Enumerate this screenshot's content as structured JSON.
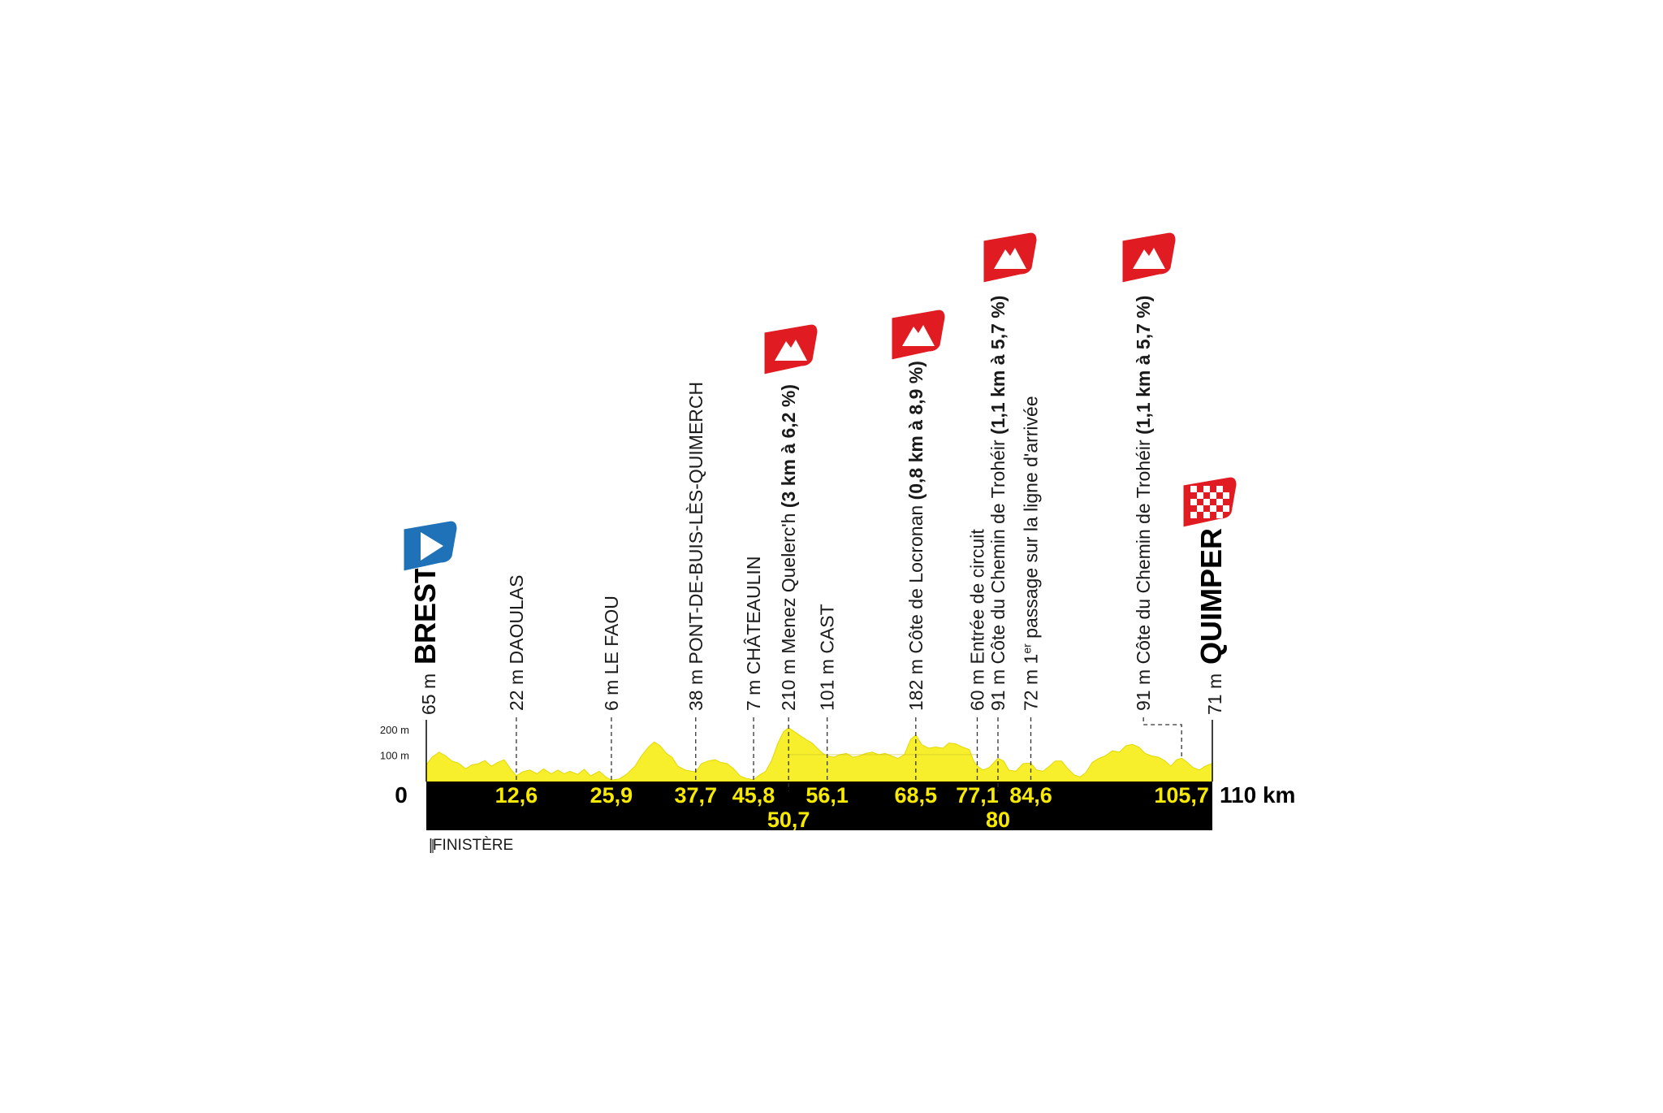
{
  "chart_data": {
    "type": "area",
    "xlim": [
      0,
      110
    ],
    "x_unit": "km",
    "ylim": [
      0,
      250
    ],
    "y_ticks": [
      "100 m",
      "200 m"
    ],
    "y_tick_values": [
      100,
      200
    ],
    "axis_start_label": "0",
    "axis_end_label": "110 km",
    "region_label": "|FINISTÈRE",
    "profile": [
      [
        0,
        65
      ],
      [
        0.8,
        95
      ],
      [
        1.8,
        115
      ],
      [
        2.7,
        100
      ],
      [
        3.6,
        80
      ],
      [
        4.5,
        72
      ],
      [
        5.5,
        50
      ],
      [
        6.4,
        65
      ],
      [
        7.3,
        70
      ],
      [
        8.2,
        82
      ],
      [
        9.1,
        60
      ],
      [
        10,
        75
      ],
      [
        10.9,
        85
      ],
      [
        11.8,
        50
      ],
      [
        12.6,
        22
      ],
      [
        13.5,
        38
      ],
      [
        14.5,
        45
      ],
      [
        15.5,
        30
      ],
      [
        16.4,
        50
      ],
      [
        17.5,
        30
      ],
      [
        18.4,
        45
      ],
      [
        19.3,
        30
      ],
      [
        20.1,
        40
      ],
      [
        21.2,
        28
      ],
      [
        22.1,
        48
      ],
      [
        23,
        22
      ],
      [
        24.2,
        40
      ],
      [
        25.1,
        18
      ],
      [
        25.9,
        6
      ],
      [
        27,
        10
      ],
      [
        28.1,
        30
      ],
      [
        29.2,
        60
      ],
      [
        30.1,
        100
      ],
      [
        31.1,
        135
      ],
      [
        31.9,
        155
      ],
      [
        32.7,
        140
      ],
      [
        33.6,
        110
      ],
      [
        34.4,
        95
      ],
      [
        35.2,
        60
      ],
      [
        36.2,
        45
      ],
      [
        37.1,
        40
      ],
      [
        37.7,
        38
      ],
      [
        38.5,
        70
      ],
      [
        39.4,
        80
      ],
      [
        40.4,
        85
      ],
      [
        41.2,
        75
      ],
      [
        42.1,
        70
      ],
      [
        43,
        50
      ],
      [
        43.9,
        22
      ],
      [
        44.8,
        12
      ],
      [
        45.8,
        7
      ],
      [
        46.6,
        25
      ],
      [
        47.5,
        40
      ],
      [
        48.3,
        80
      ],
      [
        49.2,
        150
      ],
      [
        50,
        195
      ],
      [
        50.7,
        210
      ],
      [
        51.5,
        195
      ],
      [
        52.3,
        180
      ],
      [
        53.1,
        165
      ],
      [
        54,
        150
      ],
      [
        54.9,
        125
      ],
      [
        55.5,
        110
      ],
      [
        56.1,
        101
      ],
      [
        57,
        95
      ],
      [
        57.9,
        105
      ],
      [
        58.8,
        110
      ],
      [
        59.7,
        95
      ],
      [
        60.6,
        100
      ],
      [
        61.5,
        110
      ],
      [
        62.4,
        115
      ],
      [
        63.3,
        105
      ],
      [
        64.2,
        110
      ],
      [
        65.1,
        100
      ],
      [
        66,
        90
      ],
      [
        66.9,
        105
      ],
      [
        67.8,
        165
      ],
      [
        68.5,
        182
      ],
      [
        69.3,
        145
      ],
      [
        70.3,
        130
      ],
      [
        71.3,
        135
      ],
      [
        72.3,
        130
      ],
      [
        73.1,
        150
      ],
      [
        74,
        148
      ],
      [
        75,
        135
      ],
      [
        76,
        125
      ],
      [
        76.6,
        80
      ],
      [
        77.1,
        60
      ],
      [
        77.9,
        45
      ],
      [
        78.8,
        55
      ],
      [
        79.6,
        80
      ],
      [
        80,
        91
      ],
      [
        80.8,
        80
      ],
      [
        81.5,
        45
      ],
      [
        82.5,
        40
      ],
      [
        83.5,
        70
      ],
      [
        84.6,
        72
      ],
      [
        85.4,
        45
      ],
      [
        86.3,
        40
      ],
      [
        87.2,
        60
      ],
      [
        88,
        80
      ],
      [
        88.9,
        80
      ],
      [
        89.8,
        50
      ],
      [
        90.7,
        25
      ],
      [
        91.5,
        18
      ],
      [
        92.3,
        35
      ],
      [
        93.2,
        75
      ],
      [
        94.1,
        90
      ],
      [
        95,
        100
      ],
      [
        96,
        120
      ],
      [
        97,
        115
      ],
      [
        97.9,
        140
      ],
      [
        98.8,
        145
      ],
      [
        99.7,
        135
      ],
      [
        100.6,
        110
      ],
      [
        101.5,
        100
      ],
      [
        102.5,
        95
      ],
      [
        103.4,
        80
      ],
      [
        104.2,
        60
      ],
      [
        105,
        85
      ],
      [
        105.7,
        91
      ],
      [
        106.5,
        75
      ],
      [
        107.3,
        55
      ],
      [
        108.2,
        45
      ],
      [
        109,
        60
      ],
      [
        110,
        71
      ]
    ],
    "km_labels": [
      "12,6",
      "25,9",
      "37,7",
      "45,8",
      "50,7",
      "56,1",
      "68,5",
      "77,1",
      "80",
      "84,6",
      "105,7"
    ],
    "start": {
      "km": 0,
      "elev_label": "65 m",
      "name": "BREST"
    },
    "finish": {
      "km": 110,
      "elev_label": "71 m",
      "name": "QUIMPER"
    },
    "waypoints": [
      {
        "km": 12.6,
        "elev_label": "22 m",
        "name": "DAOULAS",
        "detail": "",
        "km_label": "12,6"
      },
      {
        "km": 25.9,
        "elev_label": "6 m",
        "name": "LE FAOU",
        "detail": "",
        "km_label": "25,9"
      },
      {
        "km": 37.7,
        "elev_label": "38 m",
        "name": "PONT-DE-BUIS-LÈS-QUIMERCH",
        "detail": "",
        "km_label": "37,7"
      },
      {
        "km": 45.8,
        "elev_label": "7 m",
        "name": "CHÂTEAULIN",
        "detail": "",
        "km_label": "45,8"
      },
      {
        "km": 50.7,
        "elev_label": "210 m",
        "name": "Menez Quelerc'h",
        "detail": "(3 km à 6,2 %)",
        "km_label": "50,7",
        "climb": true
      },
      {
        "km": 56.1,
        "elev_label": "101 m",
        "name": "CAST",
        "detail": "",
        "km_label": "56,1"
      },
      {
        "km": 68.5,
        "elev_label": "182 m",
        "name": "Côte de Locronan",
        "detail": "(0,8 km à 8,9 %)",
        "km_label": "68,5",
        "climb": true
      },
      {
        "km": 77.1,
        "elev_label": "60 m",
        "name": "Entrée de circuit",
        "detail": "",
        "km_label": "77,1"
      },
      {
        "km": 80,
        "elev_label": "91 m",
        "name": "Côte du Chemin de Trohéir",
        "detail": "(1,1 km à 5,7 %)",
        "km_label": "80",
        "climb": true
      },
      {
        "km": 84.6,
        "elev_label": "72 m",
        "name_pre": "1",
        "name_sup": "er",
        "name": " passage sur la ligne d'arrivée",
        "detail": "",
        "km_label": "84,6"
      },
      {
        "km": 105.7,
        "elev_label": "91 m",
        "name": "Côte du Chemin de Trohéir",
        "detail": "(1,1 km à 5,7 %)",
        "km_label": "105,7",
        "climb": true
      }
    ]
  },
  "colors": {
    "profile_fill": "#f7ef2c",
    "profile_stroke": "#e3d800",
    "axis_band": "#000000",
    "km_text": "#f7e900",
    "climb_flag": "#e11b22",
    "start_flag": "#1f72b8",
    "finish_check": "#e11b22"
  },
  "icons": {
    "start": "start-flag-icon",
    "climb": "mountain-flag-icon",
    "finish": "checkered-finish-flag-icon"
  }
}
